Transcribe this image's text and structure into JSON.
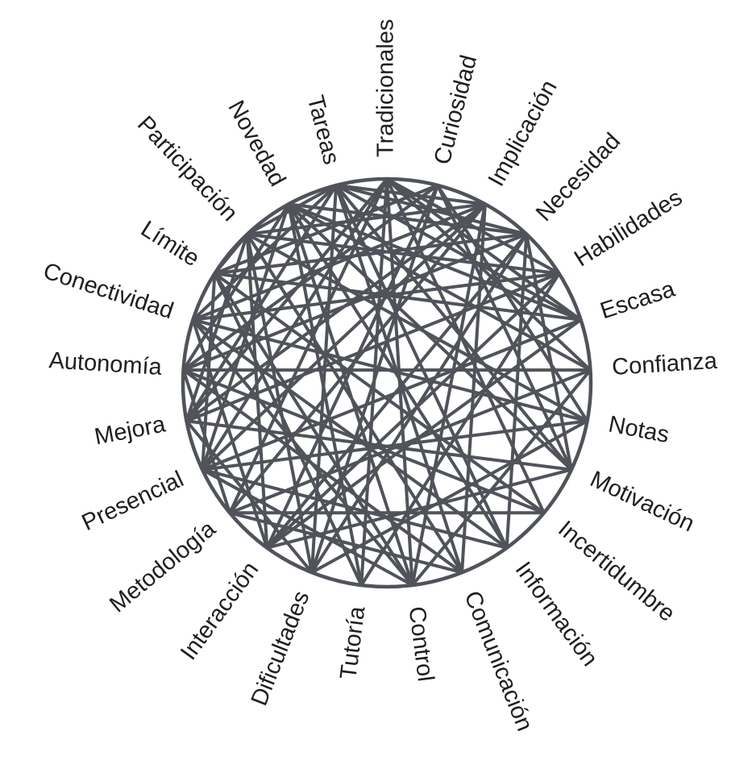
{
  "nodes": [
    "Tradicionales",
    "Curiosidad",
    "Implicación",
    "Necesidad",
    "Habilidades",
    "Escasa",
    "Confianza",
    "Notas",
    "Motivación",
    "Incertidumbre",
    "Información",
    "Comunicación",
    "Control",
    "Tutoría",
    "Dificultades",
    "Interacción",
    "Metodología",
    "Presencial",
    "Mejora",
    "Autonomía",
    "Conectividad",
    "Límite",
    "Participación",
    "Novedad",
    "Tareas"
  ],
  "edges": [
    [
      "Tradicionales",
      "Escasa"
    ],
    [
      "Tradicionales",
      "Control"
    ],
    [
      "Tradicionales",
      "Mejora"
    ],
    [
      "Tradicionales",
      "Metodología"
    ],
    [
      "Tradicionales",
      "Incertidumbre"
    ],
    [
      "Tradicionales",
      "Presencial"
    ],
    [
      "Tradicionales",
      "Confianza"
    ],
    [
      "Tradicionales",
      "Habilidades"
    ],
    [
      "Tradicionales",
      "Tutoría"
    ],
    [
      "Curiosidad",
      "Notas"
    ],
    [
      "Curiosidad",
      "Interacción"
    ],
    [
      "Curiosidad",
      "Autonomía"
    ],
    [
      "Curiosidad",
      "Motivación"
    ],
    [
      "Curiosidad",
      "Límite"
    ],
    [
      "Curiosidad",
      "Dificultades"
    ],
    [
      "Implicación",
      "Presencial"
    ],
    [
      "Implicación",
      "Participación"
    ],
    [
      "Implicación",
      "Comunicación"
    ],
    [
      "Implicación",
      "Mejora"
    ],
    [
      "Implicación",
      "Tareas"
    ],
    [
      "Implicación",
      "Control"
    ],
    [
      "Implicación",
      "Metodología"
    ],
    [
      "Implicación",
      "Conectividad"
    ],
    [
      "Necesidad",
      "Autonomía"
    ],
    [
      "Necesidad",
      "Dificultades"
    ],
    [
      "Necesidad",
      "Novedad"
    ],
    [
      "Necesidad",
      "Interacción"
    ],
    [
      "Necesidad",
      "Motivación"
    ],
    [
      "Necesidad",
      "Límite"
    ],
    [
      "Necesidad",
      "Tareas"
    ],
    [
      "Necesidad",
      "Información"
    ],
    [
      "Habilidades",
      "Mejora"
    ],
    [
      "Habilidades",
      "Participación"
    ],
    [
      "Habilidades",
      "Interacción"
    ],
    [
      "Habilidades",
      "Conectividad"
    ],
    [
      "Habilidades",
      "Tutoría"
    ],
    [
      "Escasa",
      "Novedad"
    ],
    [
      "Escasa",
      "Presencial"
    ],
    [
      "Escasa",
      "Límite"
    ],
    [
      "Escasa",
      "Interacción"
    ],
    [
      "Escasa",
      "Tareas"
    ],
    [
      "Confianza",
      "Autonomía"
    ],
    [
      "Confianza",
      "Novedad"
    ],
    [
      "Confianza",
      "Metodología"
    ],
    [
      "Confianza",
      "Control"
    ],
    [
      "Notas",
      "Presencial"
    ],
    [
      "Notas",
      "Participación"
    ],
    [
      "Notas",
      "Dificultades"
    ],
    [
      "Notas",
      "Conectividad"
    ],
    [
      "Motivación",
      "Mejora"
    ],
    [
      "Motivación",
      "Tareas"
    ],
    [
      "Motivación",
      "Interacción"
    ],
    [
      "Motivación",
      "Novedad"
    ],
    [
      "Incertidumbre",
      "Autonomía"
    ],
    [
      "Incertidumbre",
      "Metodología"
    ],
    [
      "Incertidumbre",
      "Límite"
    ],
    [
      "Información",
      "Presencial"
    ],
    [
      "Información",
      "Tareas"
    ],
    [
      "Información",
      "Conectividad"
    ],
    [
      "Comunicación",
      "Metodología"
    ],
    [
      "Comunicación",
      "Participación"
    ],
    [
      "Comunicación",
      "Autonomía"
    ],
    [
      "Control",
      "Presencial"
    ],
    [
      "Control",
      "Novedad"
    ],
    [
      "Control",
      "Límite"
    ],
    [
      "Control",
      "Conectividad"
    ],
    [
      "Tutoría",
      "Límite"
    ],
    [
      "Tutoría",
      "Novedad"
    ],
    [
      "Dificultades",
      "Tareas"
    ],
    [
      "Dificultades",
      "Mejora"
    ],
    [
      "Dificultades",
      "Participación"
    ],
    [
      "Interacción",
      "Conectividad"
    ],
    [
      "Interacción",
      "Participación"
    ],
    [
      "Metodología",
      "Autonomía"
    ],
    [
      "Presencial",
      "Novedad"
    ],
    [
      "Presencial",
      "Límite"
    ],
    [
      "Mejora",
      "Tareas"
    ],
    [
      "Mejora",
      "Participación"
    ],
    [
      "Autonomía",
      "Novedad"
    ],
    [
      "Conectividad",
      "Tareas"
    ],
    [
      "Límite",
      "Participación"
    ],
    [
      "Participación",
      "Tareas"
    ],
    [
      "Tareas",
      "Comunicación"
    ],
    [
      "Novedad",
      "Información"
    ]
  ]
}
